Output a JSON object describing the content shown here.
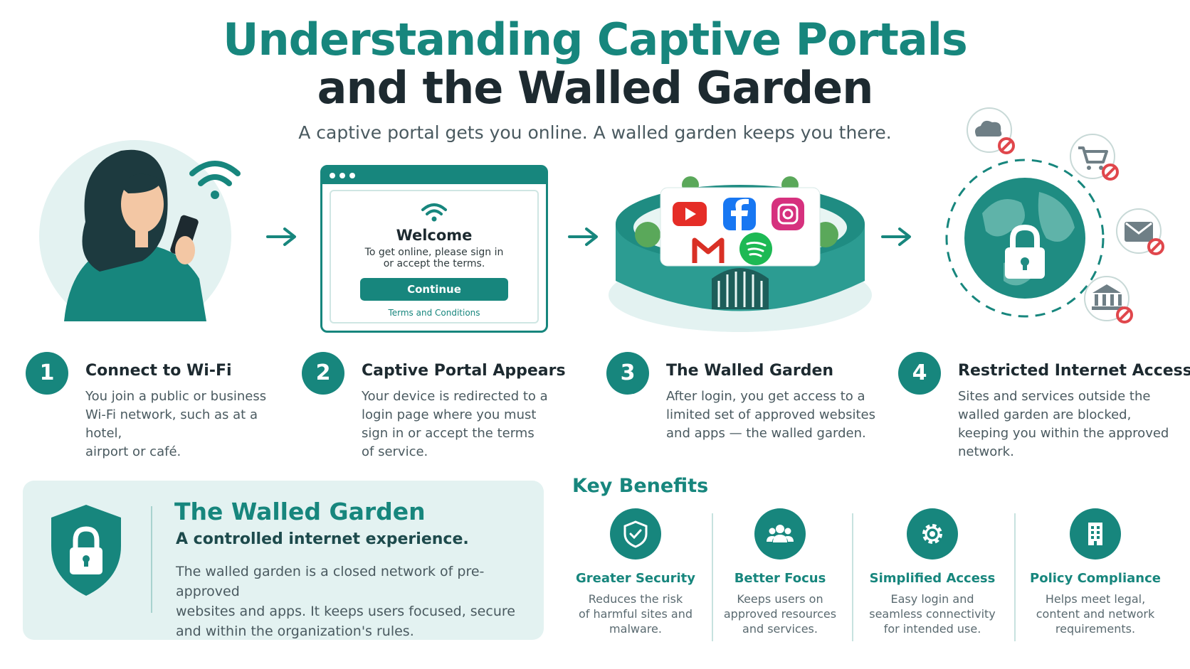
{
  "header": {
    "title_line1": "Understanding Captive Portals",
    "title_line2": "and the Walled Garden",
    "subtitle": "A captive portal gets you online. A walled garden keeps you there."
  },
  "portal_mockup": {
    "welcome": "Welcome",
    "instruction_line1": "To get online, please sign in",
    "instruction_line2": "or accept the terms.",
    "continue_label": "Continue",
    "terms_link": "Terms and Conditions"
  },
  "steps": [
    {
      "number": "1",
      "title": "Connect to Wi-Fi",
      "desc_lines": [
        "You join a public or business",
        "Wi-Fi network, such as at a hotel,",
        "airport or café."
      ]
    },
    {
      "number": "2",
      "title": "Captive Portal Appears",
      "desc_lines": [
        "Your device is redirected to a",
        "login page where you must",
        "sign in or accept the terms",
        "of service."
      ]
    },
    {
      "number": "3",
      "title": "The Walled Garden",
      "desc_lines": [
        "After login, you get access to a",
        "limited set of approved websites",
        "and apps — the walled garden."
      ]
    },
    {
      "number": "4",
      "title": "Restricted Internet Access",
      "desc_lines": [
        "Sites and services outside the",
        "walled garden are blocked,",
        "keeping you within the approved",
        "network."
      ]
    }
  ],
  "walled_garden_box": {
    "title": "The Walled Garden",
    "subtitle": "A controlled internet experience.",
    "desc_lines": [
      "The walled garden is a closed network of pre-approved",
      "websites and apps. It keeps users focused, secure",
      "and within the organization's rules."
    ]
  },
  "benefits": {
    "title": "Key Benefits",
    "items": [
      {
        "title": "Greater Security",
        "icon": "shield-check-icon",
        "desc_lines": [
          "Reduces the risk",
          "of harmful sites and",
          "malware."
        ]
      },
      {
        "title": "Better Focus",
        "icon": "users-icon",
        "desc_lines": [
          "Keeps users on",
          "approved resources",
          "and services."
        ]
      },
      {
        "title": "Simplified Access",
        "icon": "gear-icon",
        "desc_lines": [
          "Easy login and",
          "seamless connectivity",
          "for intended use."
        ]
      },
      {
        "title": "Policy Compliance",
        "icon": "building-icon",
        "desc_lines": [
          "Helps meet legal,",
          "content and network",
          "requirements."
        ]
      }
    ]
  },
  "colors": {
    "primary_teal": "#17867d",
    "dark_text": "#1d2a30",
    "light_teal_bg": "#e3f2f1",
    "blocked_red": "#e0474c"
  }
}
